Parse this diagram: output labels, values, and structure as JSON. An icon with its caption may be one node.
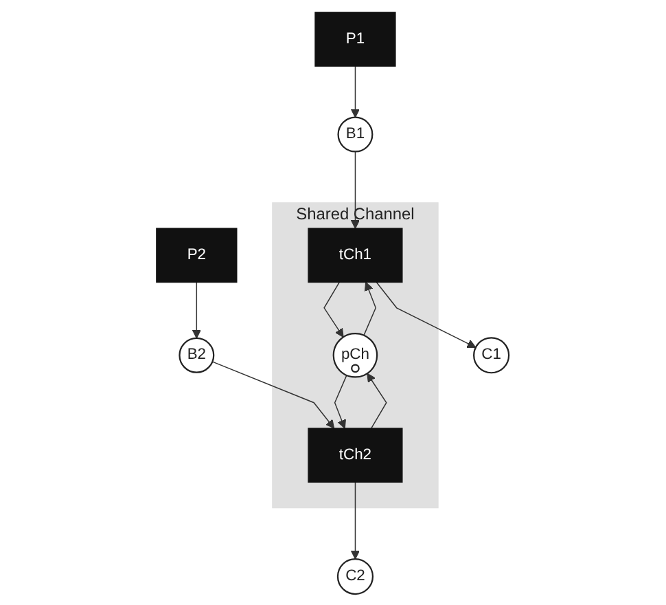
{
  "diagram": {
    "nodes": [
      {
        "text": [
          "P1"
        ]
      },
      {
        "text": [
          "P2"
        ]
      },
      {
        "text": [
          "B1"
        ]
      },
      {
        "text": [
          "B2"
        ]
      },
      {
        "text": [
          "Shared Channel"
        ]
      },
      {
        "text": [
          "tCh1"
        ],
        "in": 4
      },
      {
        "text": [
          "pCh"
        ],
        "in": 4
      },
      {
        "text": [
          "tCh2"
        ],
        "in": 4
      },
      {
        "text": [
          "C1"
        ]
      },
      {
        "text": [
          "C2"
        ]
      }
    ],
    "edges": [
      {
        "from": 0,
        "to": 2,
        "arrow": "to"
      },
      {
        "from": 1,
        "to": 3,
        "arrow": "to"
      },
      {
        "from": 2,
        "to": 5,
        "arrow": "to"
      },
      {
        "from": 3,
        "to": 7,
        "arrow": "to"
      },
      {
        "from": 6,
        "to": 5,
        "arrow": "to"
      },
      {
        "from": 5,
        "to": 6,
        "arrow": "to"
      },
      {
        "from": 6,
        "to": 7,
        "arrow": "to"
      },
      {
        "from": 7,
        "to": 6,
        "arrow": "to"
      },
      {
        "from": 5,
        "to": 8,
        "arrow": "to"
      },
      {
        "from": 7,
        "to": 9,
        "arrow": "to"
      }
    ]
  }
}
